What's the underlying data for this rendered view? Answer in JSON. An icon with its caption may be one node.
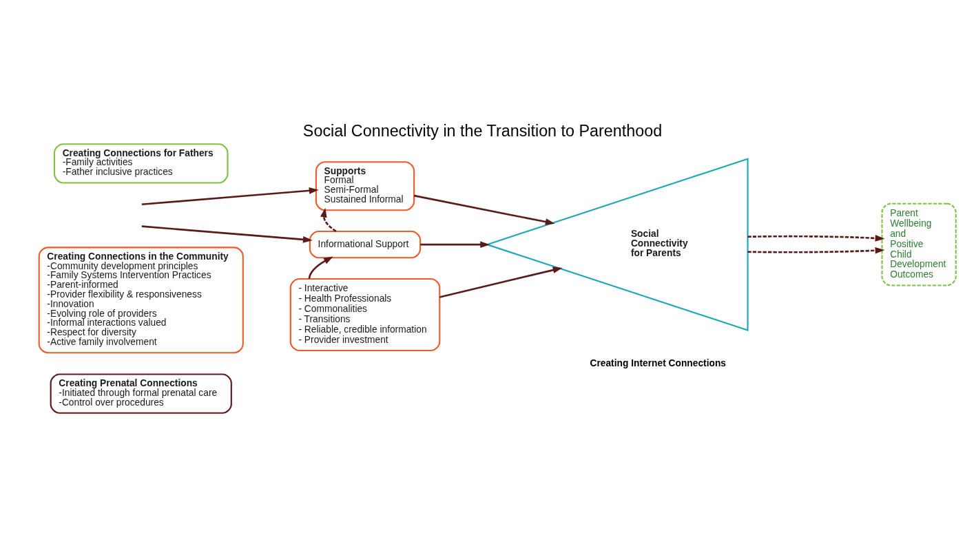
{
  "diagram": {
    "title": "Social Connectivity in the Transition to Parenthood",
    "nodes": [
      {
        "text": [
          "Creating Connections for Fathers",
          "-Family activities",
          "-Father inclusive practices"
        ]
      },
      {
        "text": [
          "Creating Connections in the Community",
          "-Community development principles",
          "-Family Systems Intervention Practices",
          "-Parent-informed",
          "-Provider flexibility & responsiveness",
          "-Innovation",
          "-Evolving role of providers",
          "-Informal interactions valued",
          "-Respect for diversity",
          "-Active family involvement"
        ]
      },
      {
        "text": [
          "Creating Prenatal Connections",
          "-Initiated through formal prenatal care",
          "-Control over procedures"
        ]
      },
      {
        "text": [
          "Supports",
          "Formal",
          "Semi-Formal",
          "Sustained Informal"
        ]
      },
      {
        "text": [
          "Informational Support"
        ]
      },
      {
        "text": [
          "- Interactive",
          "- Health Professionals",
          "- Commonalities",
          "- Transitions",
          "- Reliable, credible information",
          "- Provider investment"
        ]
      },
      {
        "text": [
          "Social Connectivity for Parents"
        ]
      },
      {
        "text": [
          "Parent Wellbeing and Positive Child Development Outcomes"
        ]
      }
    ],
    "edges": [
      {
        "from": null,
        "to": 3,
        "arrow": "to"
      },
      {
        "from": null,
        "to": 4,
        "arrow": "to"
      },
      {
        "from": 4,
        "to": 3,
        "arrow": "to",
        "style": "dashed"
      },
      {
        "from": 5,
        "to": 4,
        "arrow": "to"
      },
      {
        "from": 3,
        "to": 6,
        "arrow": "to"
      },
      {
        "from": 4,
        "to": 6,
        "arrow": "to"
      },
      {
        "from": 5,
        "to": 6,
        "arrow": "to"
      },
      {
        "from": 6,
        "to": 7,
        "arrow": "to",
        "style": "dashed"
      },
      {
        "from": 6,
        "to": 7,
        "arrow": "to",
        "style": "dashed"
      }
    ],
    "labels": [
      "Creating Internet Connections"
    ]
  }
}
